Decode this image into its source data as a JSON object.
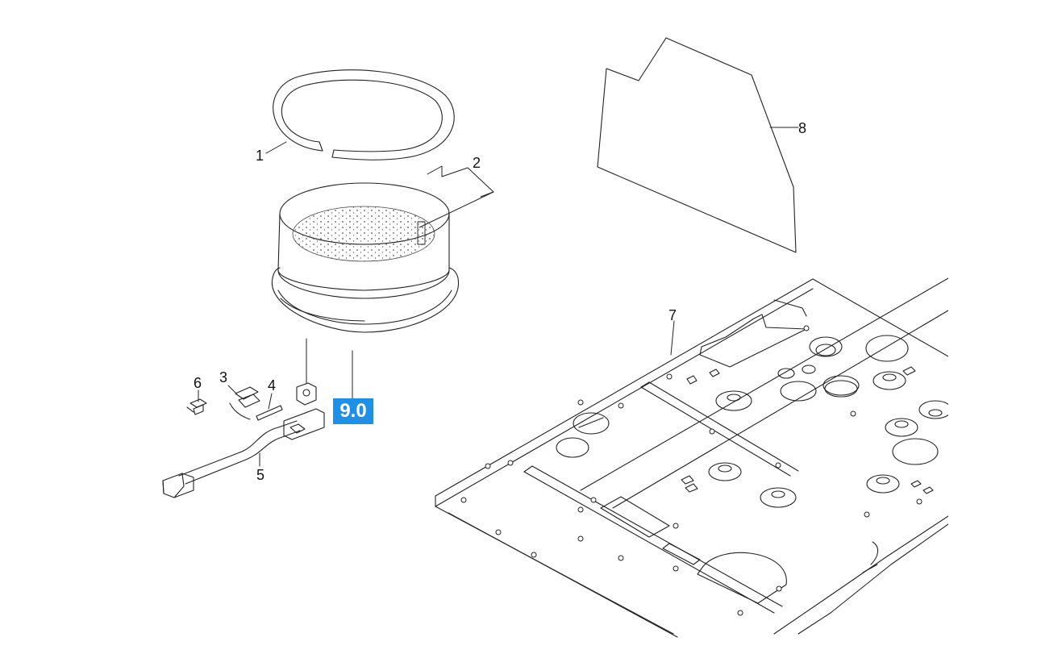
{
  "callouts": {
    "c1": "1",
    "c2": "2",
    "c3": "3",
    "c4": "4",
    "c5": "5",
    "c6": "6",
    "c7": "7",
    "c8": "8"
  },
  "reference_badge": {
    "label": "9.0",
    "color": "#1e90e6"
  }
}
